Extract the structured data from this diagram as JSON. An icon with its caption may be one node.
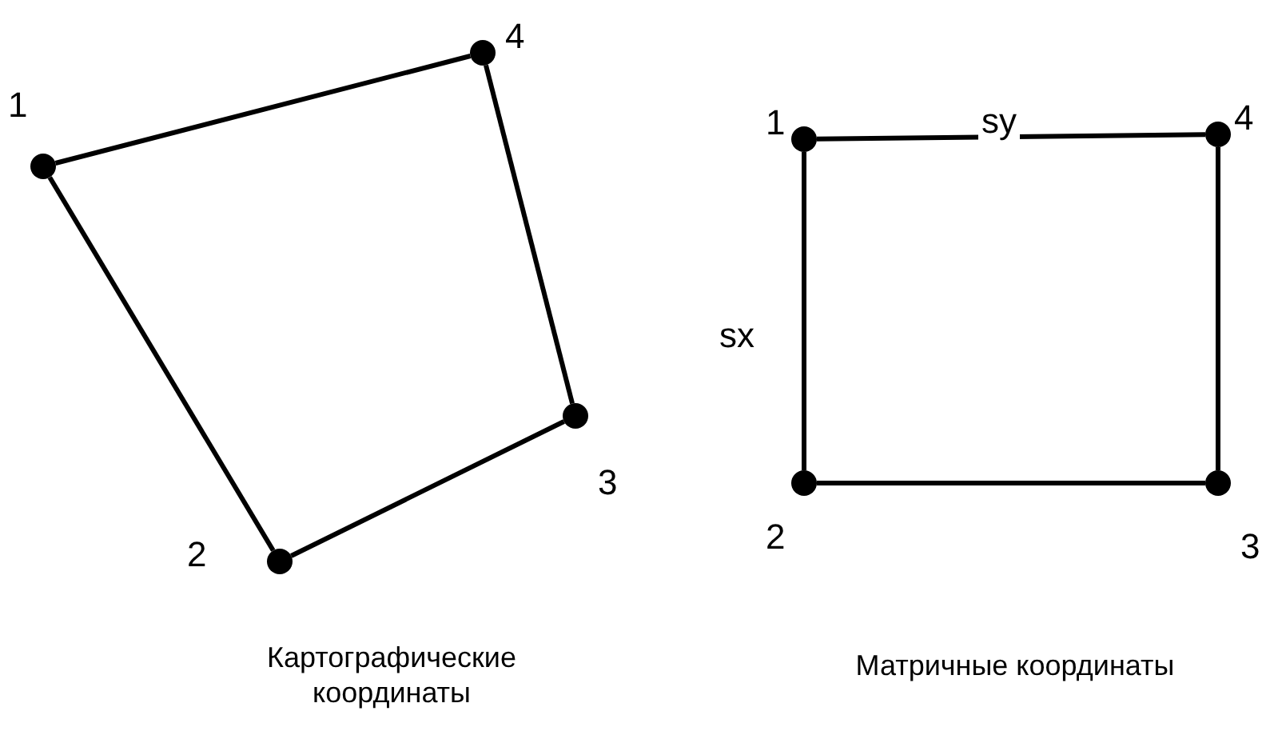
{
  "diagram": {
    "nodes": [
      {
        "text": [],
        "shape": "circle",
        "beside": [
          "1"
        ]
      },
      {
        "text": [],
        "shape": "circle",
        "beside": [
          "2"
        ]
      },
      {
        "text": [],
        "shape": "circle",
        "beside": [
          "3"
        ]
      },
      {
        "text": [],
        "shape": "circle",
        "beside": [
          "4"
        ]
      },
      {
        "text": [],
        "shape": "circle",
        "beside": [
          "1"
        ]
      },
      {
        "text": [],
        "shape": "circle",
        "beside": [
          "2"
        ]
      },
      {
        "text": [],
        "shape": "circle",
        "beside": [
          "3"
        ]
      },
      {
        "text": [],
        "shape": "circle",
        "beside": [
          "4"
        ]
      }
    ],
    "edges": [
      {
        "from": 0,
        "to": 1,
        "arrow": "none"
      },
      {
        "from": 1,
        "to": 2,
        "arrow": "none"
      },
      {
        "from": 2,
        "to": 3,
        "arrow": "none"
      },
      {
        "from": 3,
        "to": 0,
        "arrow": "none"
      },
      {
        "from": 4,
        "to": 5,
        "arrow": "none",
        "label": "sx"
      },
      {
        "from": 5,
        "to": 6,
        "arrow": "none"
      },
      {
        "from": 6,
        "to": 7,
        "arrow": "none"
      },
      {
        "from": 7,
        "to": 4,
        "arrow": "none",
        "label": "sy"
      }
    ],
    "labels": [
      "Картографические координаты",
      "Матричные координаты"
    ]
  }
}
